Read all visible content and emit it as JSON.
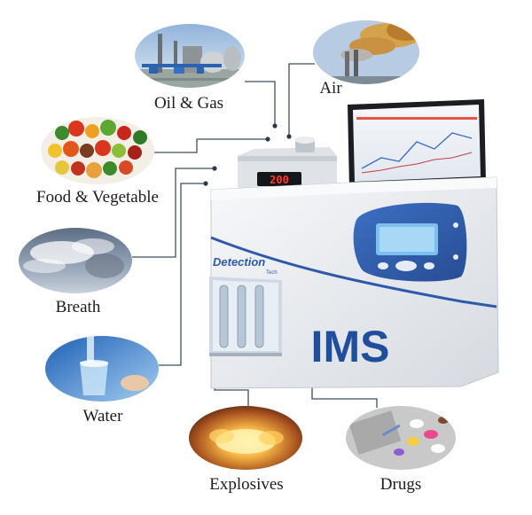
{
  "applications": [
    {
      "id": "oil-gas",
      "label": "Oil & Gas",
      "icon": "oil-gas-refinery-photo"
    },
    {
      "id": "air",
      "label": "Air",
      "icon": "smokestack-emissions-photo"
    },
    {
      "id": "food",
      "label": "Food & Vegetable",
      "icon": "fruits-vegetables-photo"
    },
    {
      "id": "breath",
      "label": "Breath",
      "icon": "breath-vapor-photo"
    },
    {
      "id": "water",
      "label": "Water",
      "icon": "water-pouring-glass-photo"
    },
    {
      "id": "explosives",
      "label": "Explosives",
      "icon": "explosion-photo"
    },
    {
      "id": "drugs",
      "label": "Drugs",
      "icon": "pills-drugs-photo"
    }
  ],
  "instrument": {
    "name": "IMS",
    "brand": "Detection",
    "brand_suffix": "Tech",
    "display_value": "200",
    "icon": "ims-instrument-photo"
  },
  "colors": {
    "connector": "#3f4f5f",
    "body": "#e9ebee",
    "accent_blue": "#2d5aa8",
    "ims_text": "#1f4e9c",
    "display_red": "#ff3b30"
  }
}
